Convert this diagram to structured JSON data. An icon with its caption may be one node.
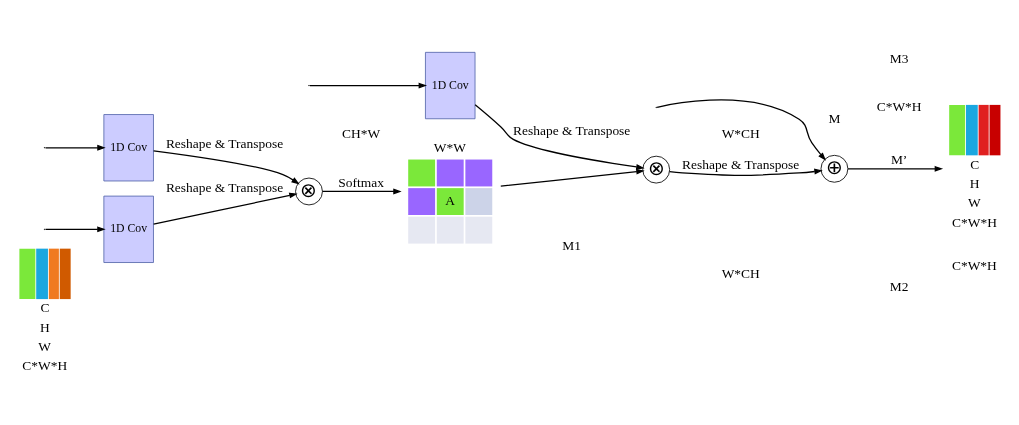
{
  "diagram": {
    "nodes": [
      {
        "text": [],
        "shape": "picture",
        "beside": [
          "C",
          "H",
          "W",
          "C*W*H"
        ]
      },
      {
        "text": [
          "1D Cov"
        ]
      },
      {
        "text": [
          "1D Cov"
        ]
      },
      {
        "text": [
          "1D Cov"
        ]
      },
      {
        "text": [
          "⊗"
        ]
      },
      {
        "text": [
          "A"
        ],
        "beside": [
          "W*W"
        ]
      },
      {
        "text": [
          "⊗"
        ]
      },
      {
        "text": [
          "⊕"
        ]
      },
      {
        "text": [],
        "shape": "picture",
        "beside": [
          "C",
          "H",
          "W",
          "C*W*H"
        ]
      }
    ],
    "edges": [
      {
        "from": null,
        "to": 1,
        "arrow": "to"
      },
      {
        "from": null,
        "to": 2,
        "arrow": "to"
      },
      {
        "from": null,
        "to": 3,
        "arrow": "to"
      },
      {
        "from": 1,
        "to": 4,
        "arrow": "to",
        "label": "Reshape & Transpose"
      },
      {
        "from": 2,
        "to": 4,
        "arrow": "to",
        "label": "Reshape & Transpose"
      },
      {
        "from": 4,
        "to": 5,
        "arrow": "to",
        "label": "Softmax"
      },
      {
        "from": 5,
        "to": 6,
        "arrow": "to"
      },
      {
        "from": 3,
        "to": 6,
        "arrow": "to",
        "label": "Reshape & Transpose"
      },
      {
        "from": 6,
        "to": 7,
        "arrow": "to",
        "label": "Reshape & Transpose"
      },
      {
        "from": null,
        "to": 7,
        "arrow": "to"
      },
      {
        "from": 7,
        "to": 8,
        "arrow": "to",
        "label": "M’"
      }
    ],
    "labels": [
      "CH*W",
      "M1",
      "C*W*H",
      "W*CH",
      "M2",
      "W*CH",
      "M3",
      "C*W*H",
      "M"
    ]
  }
}
